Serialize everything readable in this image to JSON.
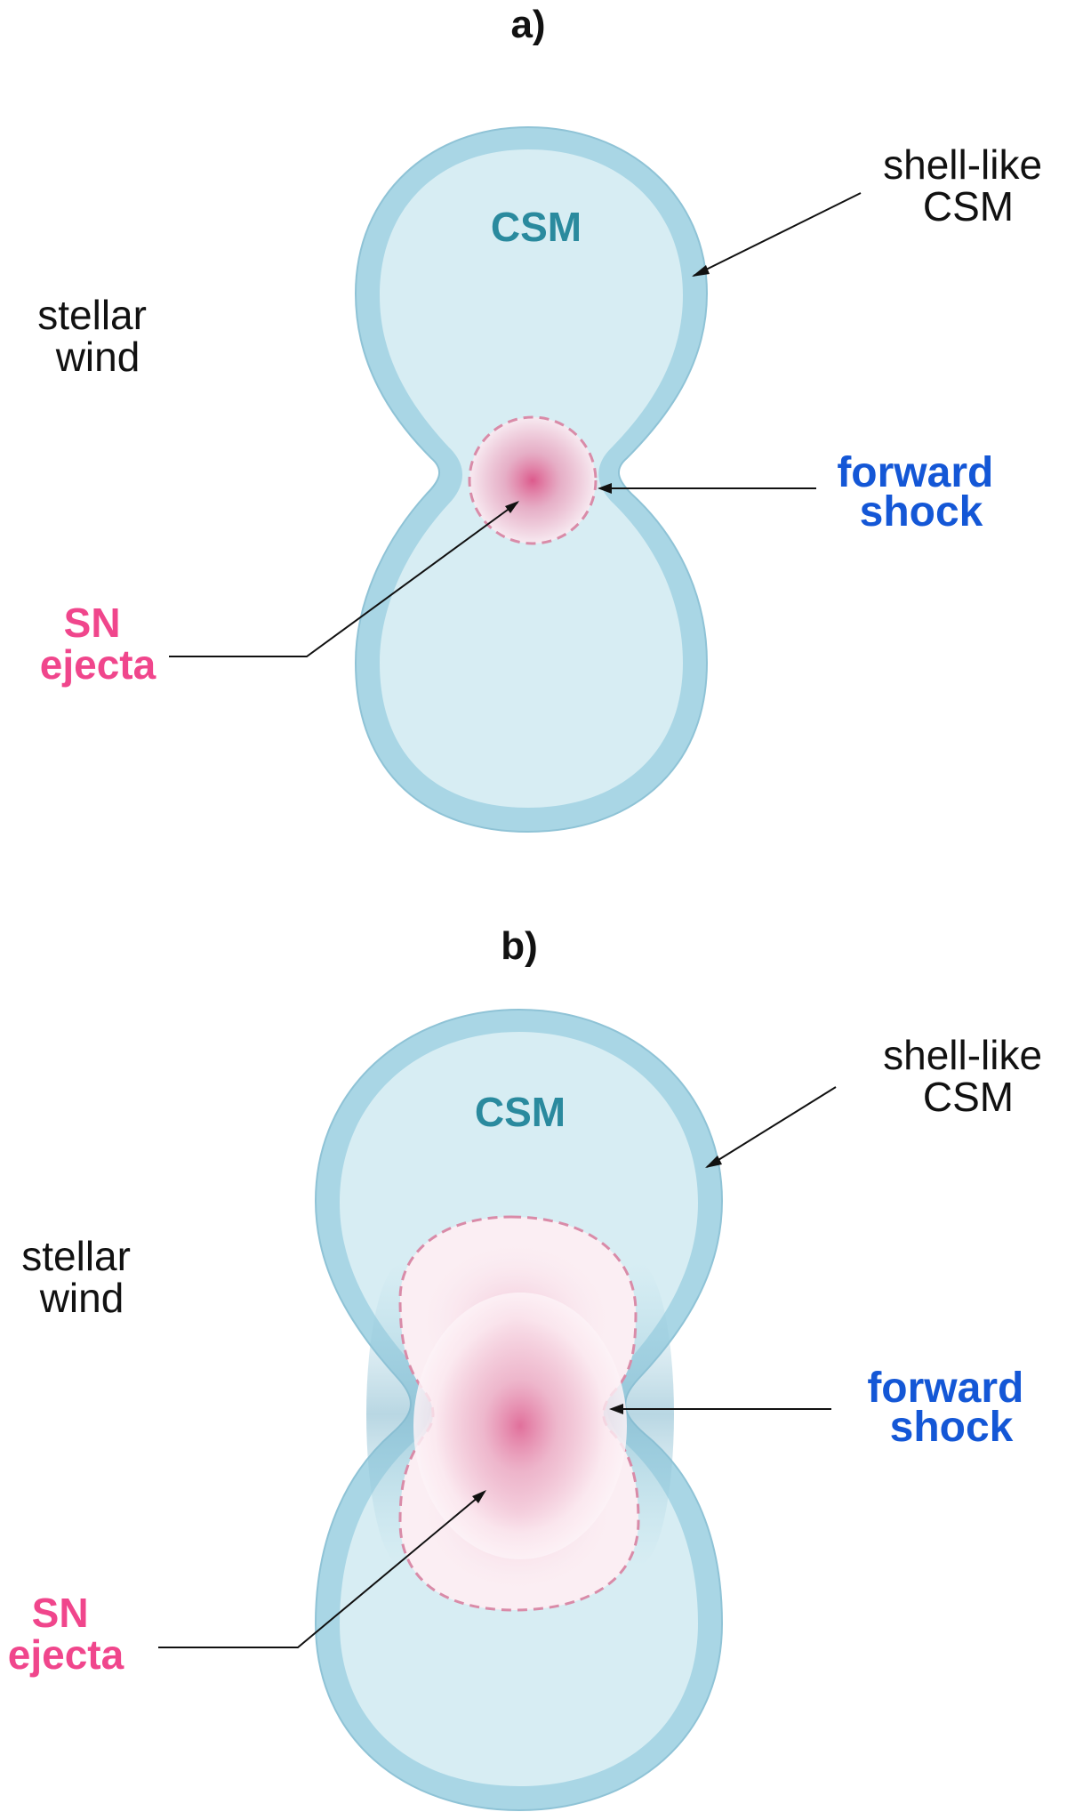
{
  "panels": [
    {
      "label": "a)",
      "csm": "CSM",
      "shell_csm": [
        "shell-like",
        "CSM"
      ],
      "stellar_wind": [
        "stellar",
        "wind"
      ],
      "forward_shock": [
        "forward",
        "shock"
      ],
      "sn_ejecta": [
        "SN",
        "ejecta"
      ]
    },
    {
      "label": "b)",
      "csm": "CSM",
      "shell_csm": [
        "shell-like",
        "CSM"
      ],
      "stellar_wind": [
        "stellar",
        "wind"
      ],
      "forward_shock": [
        "forward",
        "shock"
      ],
      "sn_ejecta": [
        "SN",
        "ejecta"
      ]
    }
  ],
  "colors": {
    "shell_outer": "#a9d6e5",
    "shell_inner": "#d7edf3",
    "csm_text": "#2a8a9e",
    "forward_shock_text": "#1457d6",
    "ejecta_text": "#f0468c",
    "ejecta_core": "#dc5a8c",
    "ejecta_edge": "#d98ba8"
  }
}
